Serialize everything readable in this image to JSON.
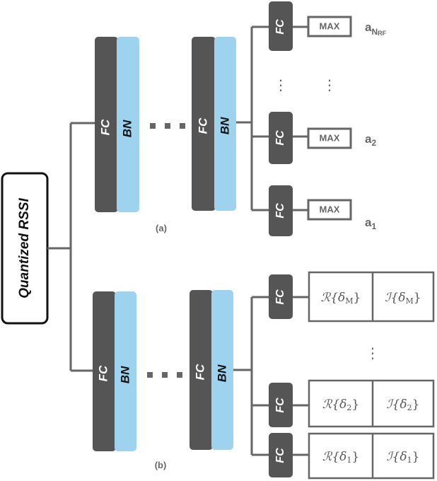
{
  "input": {
    "label": "Quantized RSSI"
  },
  "layers": {
    "fc": "FC",
    "bn": "BN"
  },
  "max_label": "MAX",
  "panel_a": {
    "caption": "(a)",
    "outputs": [
      {
        "base": "a",
        "sub": "N",
        "subsub": "RF"
      },
      {
        "base": "a",
        "sub": "2"
      },
      {
        "base": "a",
        "sub": "1"
      }
    ]
  },
  "panel_b": {
    "caption": "(b)",
    "rows": [
      {
        "real": "ℛ{δ",
        "real_sub": "M",
        "imag": "ℐ{δ",
        "imag_sub": "M",
        "close": "}"
      },
      {
        "real": "ℛ{δ",
        "real_sub": "2",
        "imag": "ℐ{δ",
        "imag_sub": "2",
        "close": "}"
      },
      {
        "real": "ℛ{δ",
        "real_sub": "1",
        "imag": "ℐ{δ",
        "imag_sub": "1",
        "close": "}"
      }
    ]
  }
}
